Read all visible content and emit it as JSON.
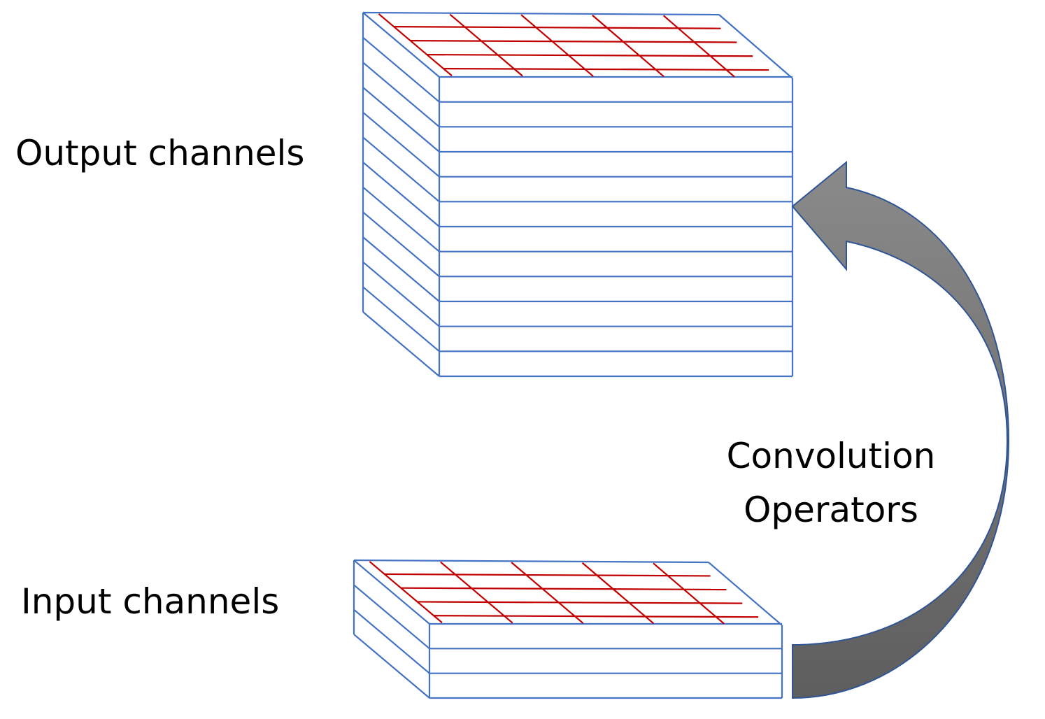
{
  "labels": {
    "output": "Output channels",
    "input": "Input channels",
    "operator_line1": "Convolution",
    "operator_line2": "Operators"
  },
  "stacks": {
    "output": {
      "channel_count": 12,
      "grid_columns": 5,
      "grid_rows": 4
    },
    "input": {
      "channel_count": 3,
      "grid_columns": 5,
      "grid_rows": 4
    }
  },
  "colors": {
    "edge_blue": "#4472C4",
    "grid_red": "#C00000",
    "arrow_fill_top": "#8A8A8A",
    "arrow_fill_bottom": "#5E5E5E",
    "arrow_stroke": "#2F5597",
    "text": "#000000"
  }
}
